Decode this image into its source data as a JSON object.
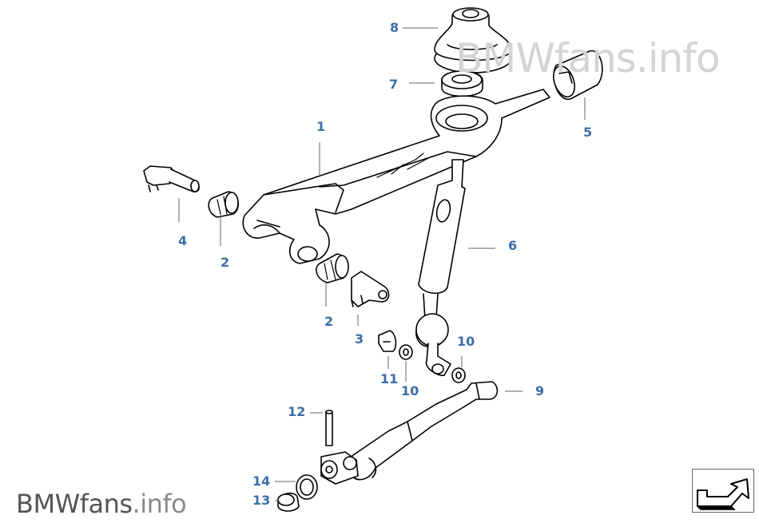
{
  "watermark": {
    "top": {
      "main": "BMWfans",
      "suffix": ".info"
    },
    "bottom": {
      "main": "BMWfans",
      "suffix": ".info"
    }
  },
  "callouts": {
    "c1": "1",
    "c2a": "2",
    "c2b": "2",
    "c3": "3",
    "c4": "4",
    "c5": "5",
    "c6": "6",
    "c7": "7",
    "c8": "8",
    "c9": "9",
    "c10a": "10",
    "c10b": "10",
    "c11": "11",
    "c12": "12",
    "c13": "13",
    "c14": "14"
  },
  "colors": {
    "callout": "#3b6ea8",
    "line": "#000000",
    "leader": "#666666"
  },
  "icons": {
    "nav": "arrow-return-icon"
  }
}
